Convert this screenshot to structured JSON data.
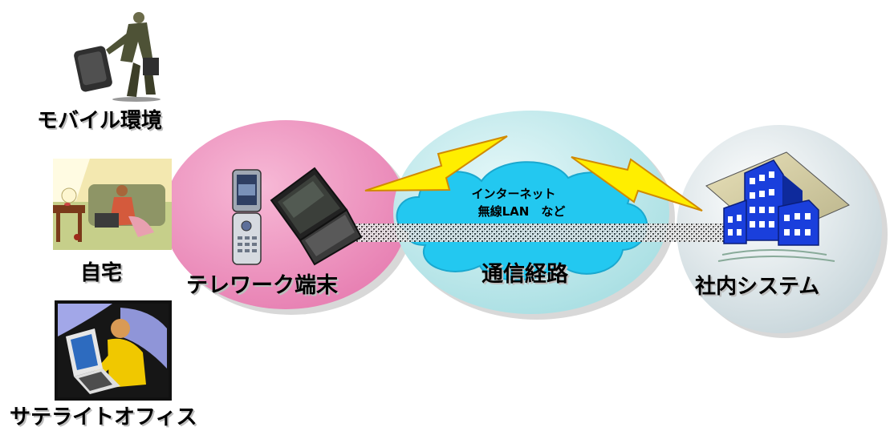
{
  "locations": {
    "mobile": "モバイル環境",
    "home": "自宅",
    "satellite": "サテライトオフィス"
  },
  "terminal": {
    "label": "テレワーク端末"
  },
  "network": {
    "label": "通信経路",
    "line1": "インターネット",
    "line2": "無線LAN　など"
  },
  "company": {
    "label": "社内システム"
  },
  "colors": {
    "terminal_ellipse": "#ee88b8",
    "network_ellipse": "#c2ecee",
    "network_cloud": "#22c8f0",
    "company_ellipse": "#e6eef0",
    "lightning": "#ffee00",
    "building": "#1a3fdc"
  }
}
